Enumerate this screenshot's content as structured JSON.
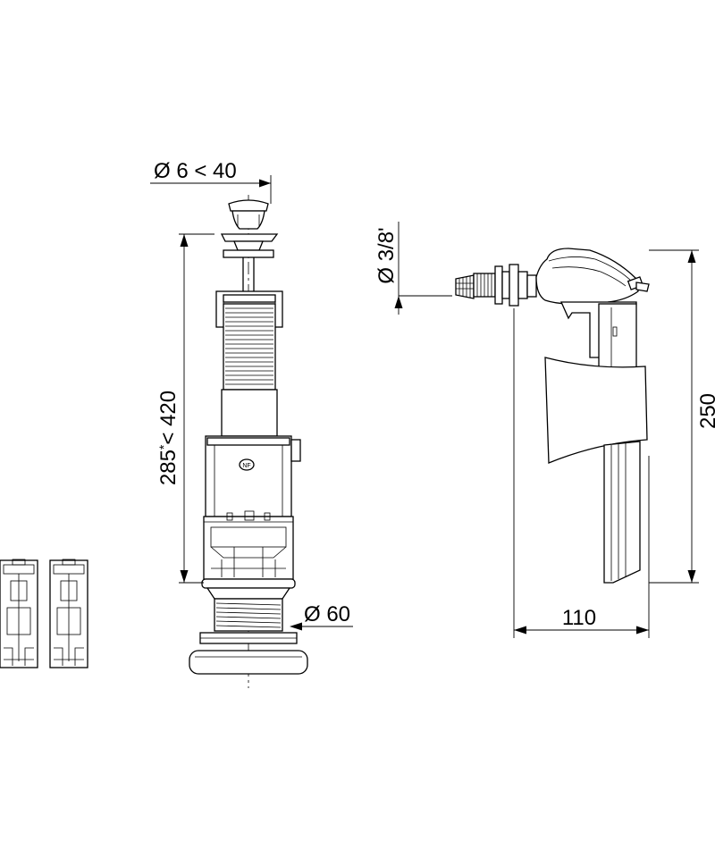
{
  "dimensions": {
    "push_rod": "Ø 6 < 40",
    "height_range": "285",
    "height_asterisk": "*",
    "height_max": "< 420",
    "base_diameter": "Ø 60",
    "inlet_thread": "Ø 3/8'",
    "fill_valve_height": "250",
    "fill_valve_width": "110"
  },
  "badge": {
    "logo_text": "NF"
  },
  "colors": {
    "line": "#000000",
    "background": "#ffffff"
  }
}
